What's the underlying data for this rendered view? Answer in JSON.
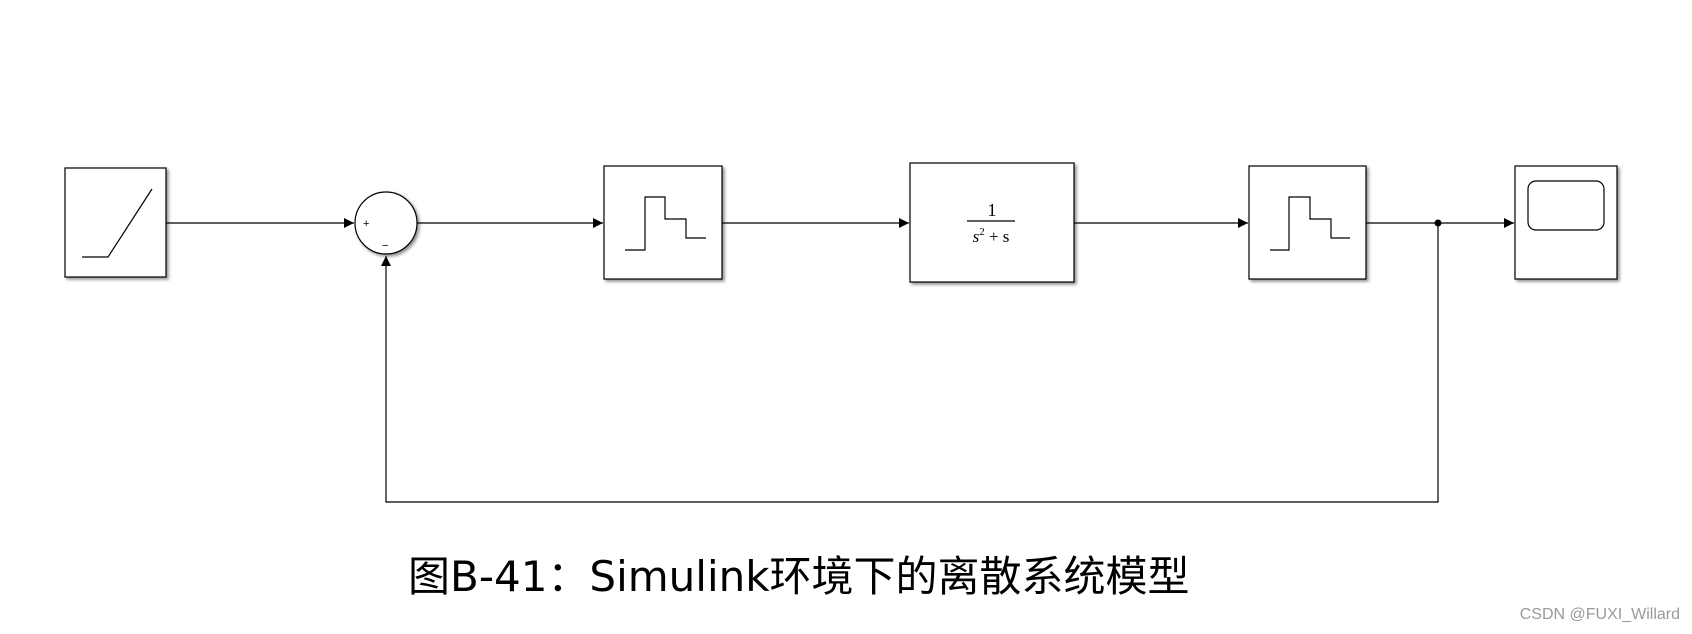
{
  "diagram": {
    "blocks": {
      "ramp": {
        "icon": "ramp-icon"
      },
      "sum": {
        "plus_sign": "+",
        "minus_sign": "−"
      },
      "zoh1": {
        "icon": "zero-order-hold-icon"
      },
      "transfer_fcn": {
        "numerator": "1",
        "denominator_base": "s",
        "denominator_exp": "2",
        "denominator_rest": " + s"
      },
      "zoh2": {
        "icon": "zero-order-hold-icon"
      },
      "scope": {
        "icon": "scope-icon"
      }
    },
    "caption": "图B-41：Simulink环境下的离散系统模型",
    "watermark": "CSDN @FUXI_Willard"
  }
}
